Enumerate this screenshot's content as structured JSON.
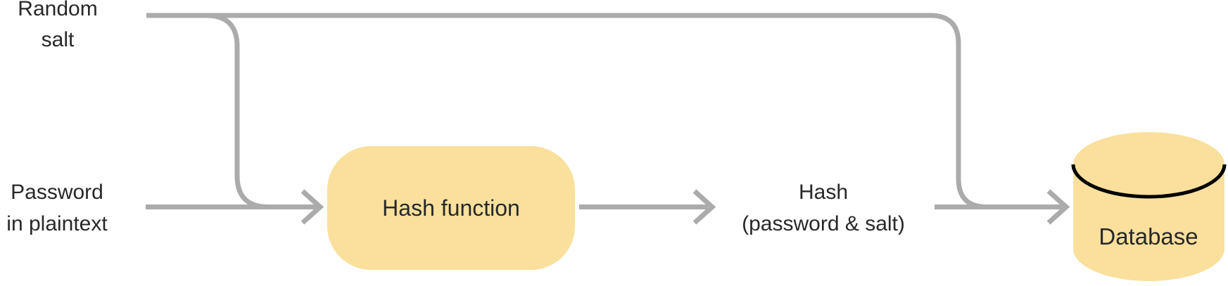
{
  "labels": {
    "random_salt": {
      "line1": "Random",
      "line2": "salt"
    },
    "password": {
      "line1": "Password",
      "line2": "in plaintext"
    },
    "hash_function": "Hash function",
    "hash_output": {
      "line1": "Hash",
      "line2": "(password & salt)"
    },
    "database": "Database"
  },
  "colors": {
    "background": "#ffffff",
    "node_fill": "#fae09c",
    "text_dark": "#282828",
    "connector_gray": "#ababab",
    "cylinder_stroke": "#000000"
  }
}
